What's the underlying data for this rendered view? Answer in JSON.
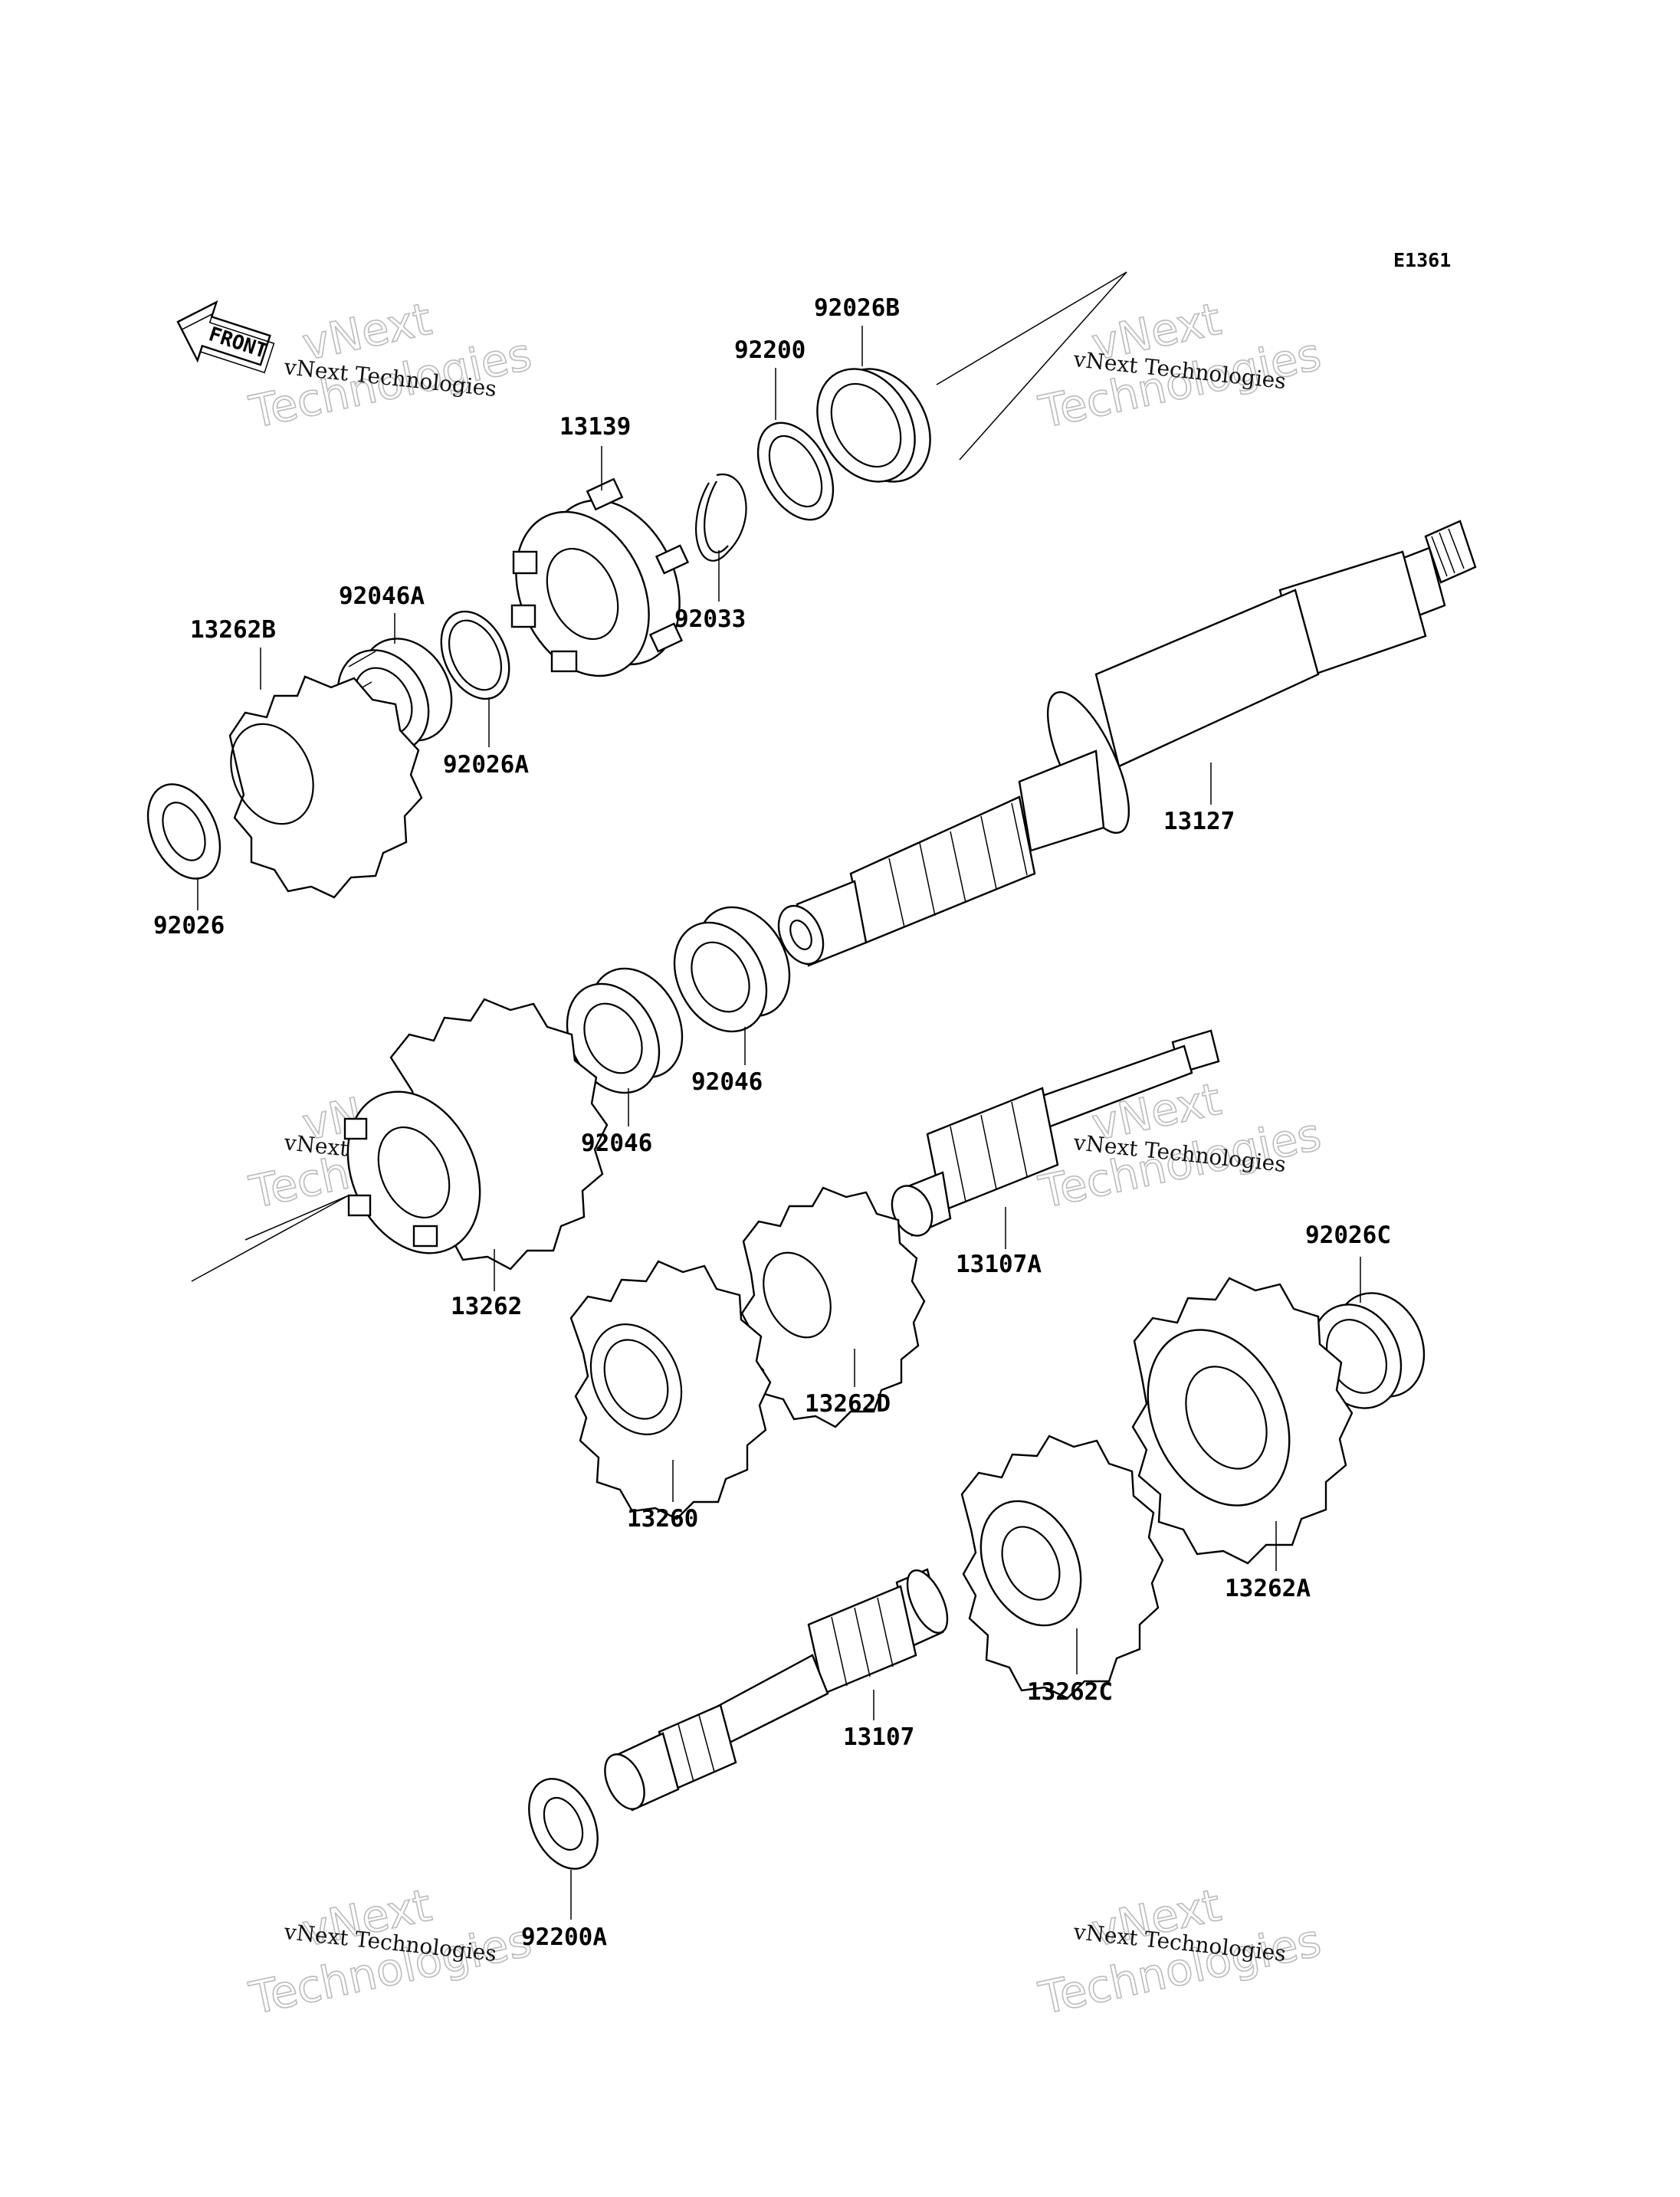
{
  "diagram_code": "E1361",
  "front_label": "FRONT",
  "parts": [
    {
      "id": "92026B"
    },
    {
      "id": "92200"
    },
    {
      "id": "13139"
    },
    {
      "id": "92033"
    },
    {
      "id": "92046A"
    },
    {
      "id": "92026A"
    },
    {
      "id": "13262B"
    },
    {
      "id": "92026"
    },
    {
      "id": "13127"
    },
    {
      "id": "92046_upper",
      "label": "92046"
    },
    {
      "id": "92046_lower",
      "label": "92046"
    },
    {
      "id": "13262"
    },
    {
      "id": "13107A"
    },
    {
      "id": "92026C"
    },
    {
      "id": "13262D"
    },
    {
      "id": "13260"
    },
    {
      "id": "13262A"
    },
    {
      "id": "13262C"
    },
    {
      "id": "13107"
    },
    {
      "id": "92200A"
    }
  ],
  "watermark": {
    "line1": "vNext",
    "line2": "Technologies",
    "small": "vNext Technologies"
  }
}
